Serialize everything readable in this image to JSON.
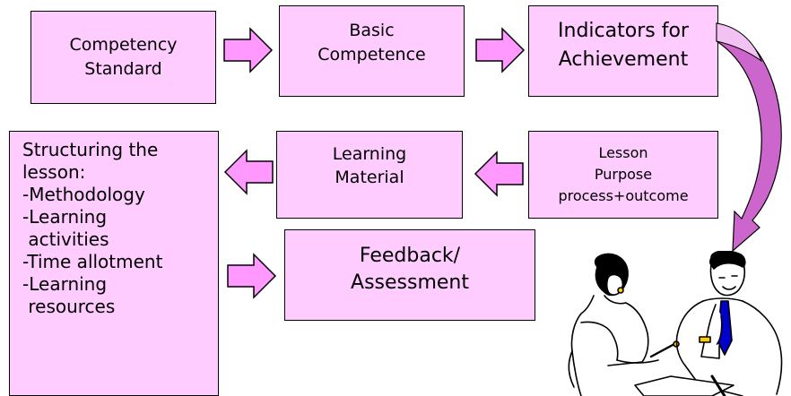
{
  "boxes": {
    "competency_standard": [
      "Competency",
      "Standard"
    ],
    "basic_competence": [
      "Basic",
      "Competence"
    ],
    "indicators": [
      "Indicators for",
      "Achievement"
    ],
    "lesson_purpose": [
      "Lesson",
      "Purpose",
      "process+outcome"
    ],
    "learning_material": [
      "Learning",
      "Material"
    ],
    "feedback": [
      "Feedback/",
      "Assessment"
    ],
    "structuring": [
      "Structuring the",
      "lesson:",
      "-Methodology",
      "-Learning",
      " activities",
      "-Time allotment",
      "-Learning",
      " resources"
    ]
  },
  "colors": {
    "box_fill": "#ffccff",
    "arrow_fill": "#ff99ff",
    "curve_fill": "#cc66cc",
    "border": "#000000"
  },
  "icons": [
    "right-arrow-icon",
    "left-arrow-icon",
    "curved-arrow-icon",
    "business-people-clipart"
  ]
}
